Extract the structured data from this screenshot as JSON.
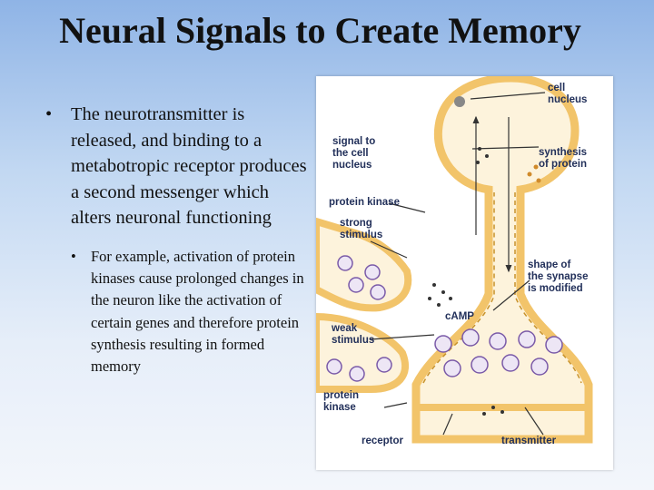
{
  "slide": {
    "title": "Neural Signals to Create Memory",
    "bullet_main": "The neurotransmitter is released, and binding to a metabotropic receptor produces a second messenger which alters neuronal functioning",
    "bullet_sub": "For example, activation of protein kinases cause prolonged changes in the neuron like the activation of certain genes and therefore protein synthesis resulting in formed memory",
    "bullet_glyph": "•"
  },
  "diagram": {
    "labels": {
      "cell_nucleus_1": "cell",
      "cell_nucleus_2": "nucleus",
      "signal_1": "signal to",
      "signal_2": "the cell",
      "signal_3": "nucleus",
      "synthesis_1": "synthesis",
      "synthesis_2": "of protein",
      "protein_kinase_top": "protein kinase",
      "strong_1": "strong",
      "strong_2": "stimulus",
      "shape_1": "shape of",
      "shape_2": "the synapse",
      "shape_3": "is modified",
      "camp": "cAMP",
      "weak_1": "weak",
      "weak_2": "stimulus",
      "protein_kinase_bottom_1": "protein",
      "protein_kinase_bottom_2": "kinase",
      "receptor": "receptor",
      "transmitter": "transmitter"
    },
    "colors": {
      "membrane": "#f2c46a",
      "membrane_dash": "#c8922a",
      "text": "#22305a",
      "vesicle": "#7a5aa8"
    }
  }
}
